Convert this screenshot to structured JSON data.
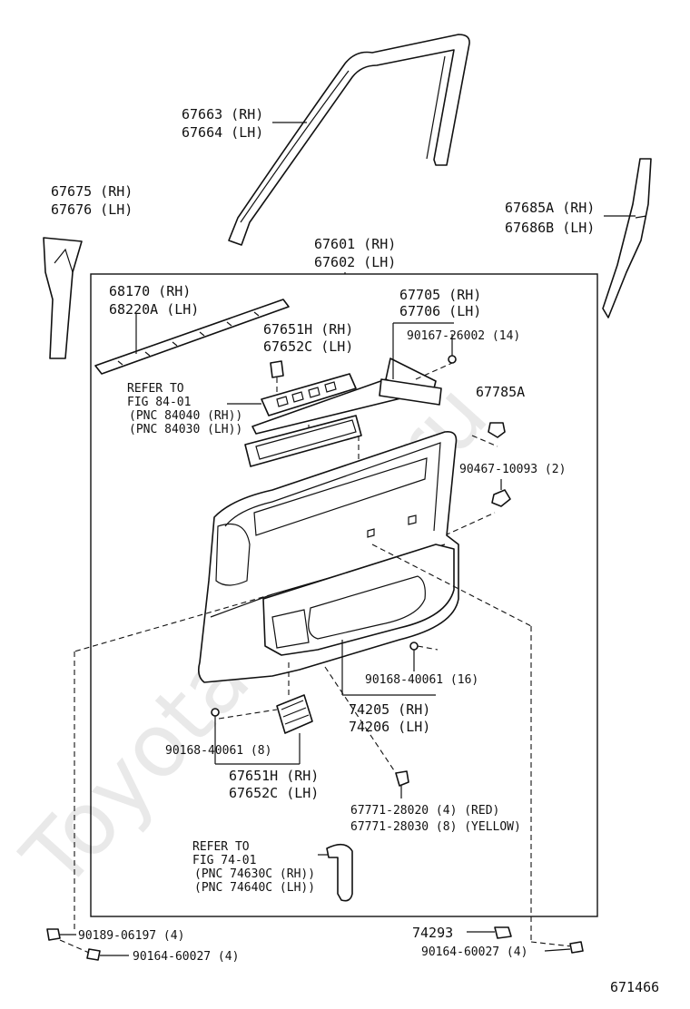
{
  "watermark": "Toyota-Time.ru",
  "diagram_number": "671466",
  "labels": {
    "p67663": "67663 (RH)",
    "p67664": "67664 (LH)",
    "p67675": "67675 (RH)",
    "p67676": "67676 (LH)",
    "p67685a": "67685A (RH)",
    "p67686b": "67686B (LH)",
    "p67601": "67601 (RH)",
    "p67602": "67602 (LH)",
    "p68170": "68170  (RH)",
    "p68220a": "68220A (LH)",
    "p67705": "67705 (RH)",
    "p67706": "67706 (LH)",
    "p67651h_top": "67651H (RH)",
    "p67652c_top": "67652C (LH)",
    "p90167": "90167-26002 (14)",
    "refer1_l1": "REFER TO",
    "refer1_l2": "FIG 84-01",
    "refer1_l3": "(PNC 84040 (RH))",
    "refer1_l4": "(PNC 84030 (LH))",
    "p67785a": "67785A",
    "p90467": "90467-10093 (2)",
    "p90168_16": "90168-40061 (16)",
    "p74205": "74205 (RH)",
    "p74206": "74206 (LH)",
    "p90168_8": "90168-40061 (8)",
    "p67651h_bot": "67651H (RH)",
    "p67652c_bot": "67652C (LH)",
    "p67771_red": "67771-28020 (4) (RED)",
    "p67771_yel": "67771-28030 (8) (YELLOW)",
    "refer2_l1": "REFER TO",
    "refer2_l2": "FIG 74-01",
    "refer2_l3": "(PNC 74630C (RH))",
    "refer2_l4": "(PNC 74640C (LH))",
    "p74293": "74293",
    "p90189": "90189-06197 (4)",
    "p90164_left": "90164-60027 (4)",
    "p90164_right": "90164-60027 (4)"
  }
}
